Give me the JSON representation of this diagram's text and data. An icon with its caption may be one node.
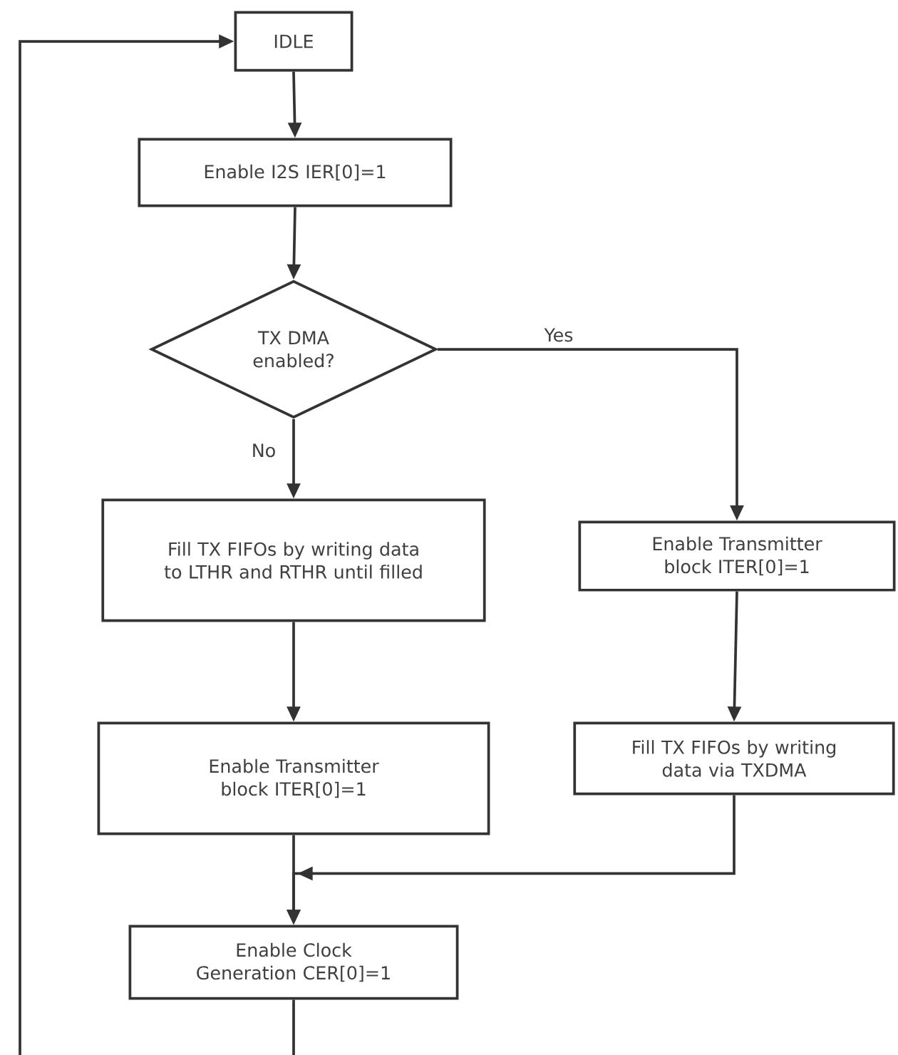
{
  "diagram": {
    "nodes": [
      {
        "text": [
          "IDLE"
        ]
      },
      {
        "text": [
          "Enable I2S IER[0]=1"
        ]
      },
      {
        "text": [
          "TX DMA enabled?"
        ]
      },
      {
        "text": [
          "Fill TX FIFOs by writing data to LTHR and RTHR until filled"
        ]
      },
      {
        "text": [
          "Enable Transmitter block ITER[0]=1"
        ]
      },
      {
        "text": [
          "Fill TX FIFOs by writing data via TXDMA"
        ]
      },
      {
        "text": [
          "Enable Transmitter block ITER[0]=1"
        ]
      },
      {
        "text": [
          "Enable Clock Generation CER[0]=1"
        ]
      }
    ],
    "edges": [
      {
        "from": 0,
        "to": 1,
        "arrow": "to"
      },
      {
        "from": 1,
        "to": 2,
        "arrow": "to"
      },
      {
        "from": 2,
        "to": 3,
        "arrow": "to",
        "label": "No"
      },
      {
        "from": 2,
        "to": 4,
        "arrow": "to",
        "label": "Yes"
      },
      {
        "from": 3,
        "to": 6,
        "arrow": "to"
      },
      {
        "from": 4,
        "to": 5,
        "arrow": "to"
      },
      {
        "from": 6,
        "to": 7,
        "arrow": "to"
      },
      {
        "from": 5,
        "to": 7,
        "arrow": "to"
      },
      {
        "from": 7,
        "to": null,
        "arrow": "none"
      },
      {
        "from": null,
        "to": 0,
        "arrow": "to"
      }
    ]
  }
}
